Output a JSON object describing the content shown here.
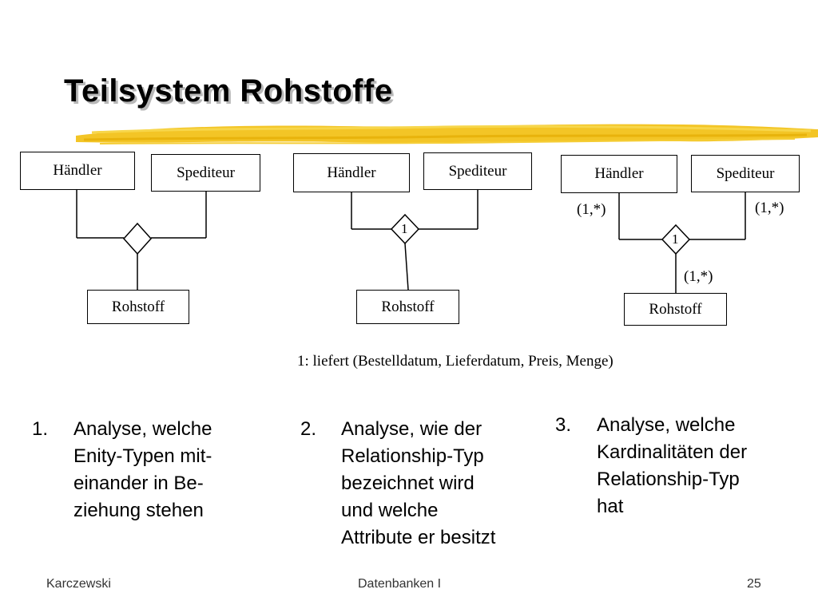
{
  "slide": {
    "title": "Teilsystem Rohstoffe",
    "colors": {
      "brush": "#f2c21a",
      "title_shadow": "#b8b8b8"
    }
  },
  "diagrams": [
    {
      "entity_a": "Händler",
      "entity_b": "Spediteur",
      "entity_c": "Rohstoff",
      "relation_label": ""
    },
    {
      "entity_a": "Händler",
      "entity_b": "Spediteur",
      "entity_c": "Rohstoff",
      "relation_label": "1"
    },
    {
      "entity_a": "Händler",
      "entity_b": "Spediteur",
      "entity_c": "Rohstoff",
      "relation_label": "1",
      "card_a": "(1,*)",
      "card_b": "(1,*)",
      "card_c": "(1,*)"
    }
  ],
  "relation_caption": "1: liefert (Bestelldatum, Lieferdatum, Preis, Menge)",
  "points": [
    {
      "number": "1.",
      "lines": [
        "Analyse, welche",
        "Enity-Typen mit-",
        "einander in Be-",
        "ziehung stehen"
      ]
    },
    {
      "number": "2.",
      "lines": [
        "Analyse, wie der",
        "Relationship-Typ",
        "bezeichnet wird",
        "und welche",
        "Attribute er besitzt"
      ]
    },
    {
      "number": "3.",
      "lines": [
        "Analyse, welche",
        "Kardinalitäten der",
        "Relationship-Typ",
        "hat"
      ]
    }
  ],
  "footer": {
    "author": "Karczewski",
    "course": "Datenbanken I",
    "page": "25"
  }
}
